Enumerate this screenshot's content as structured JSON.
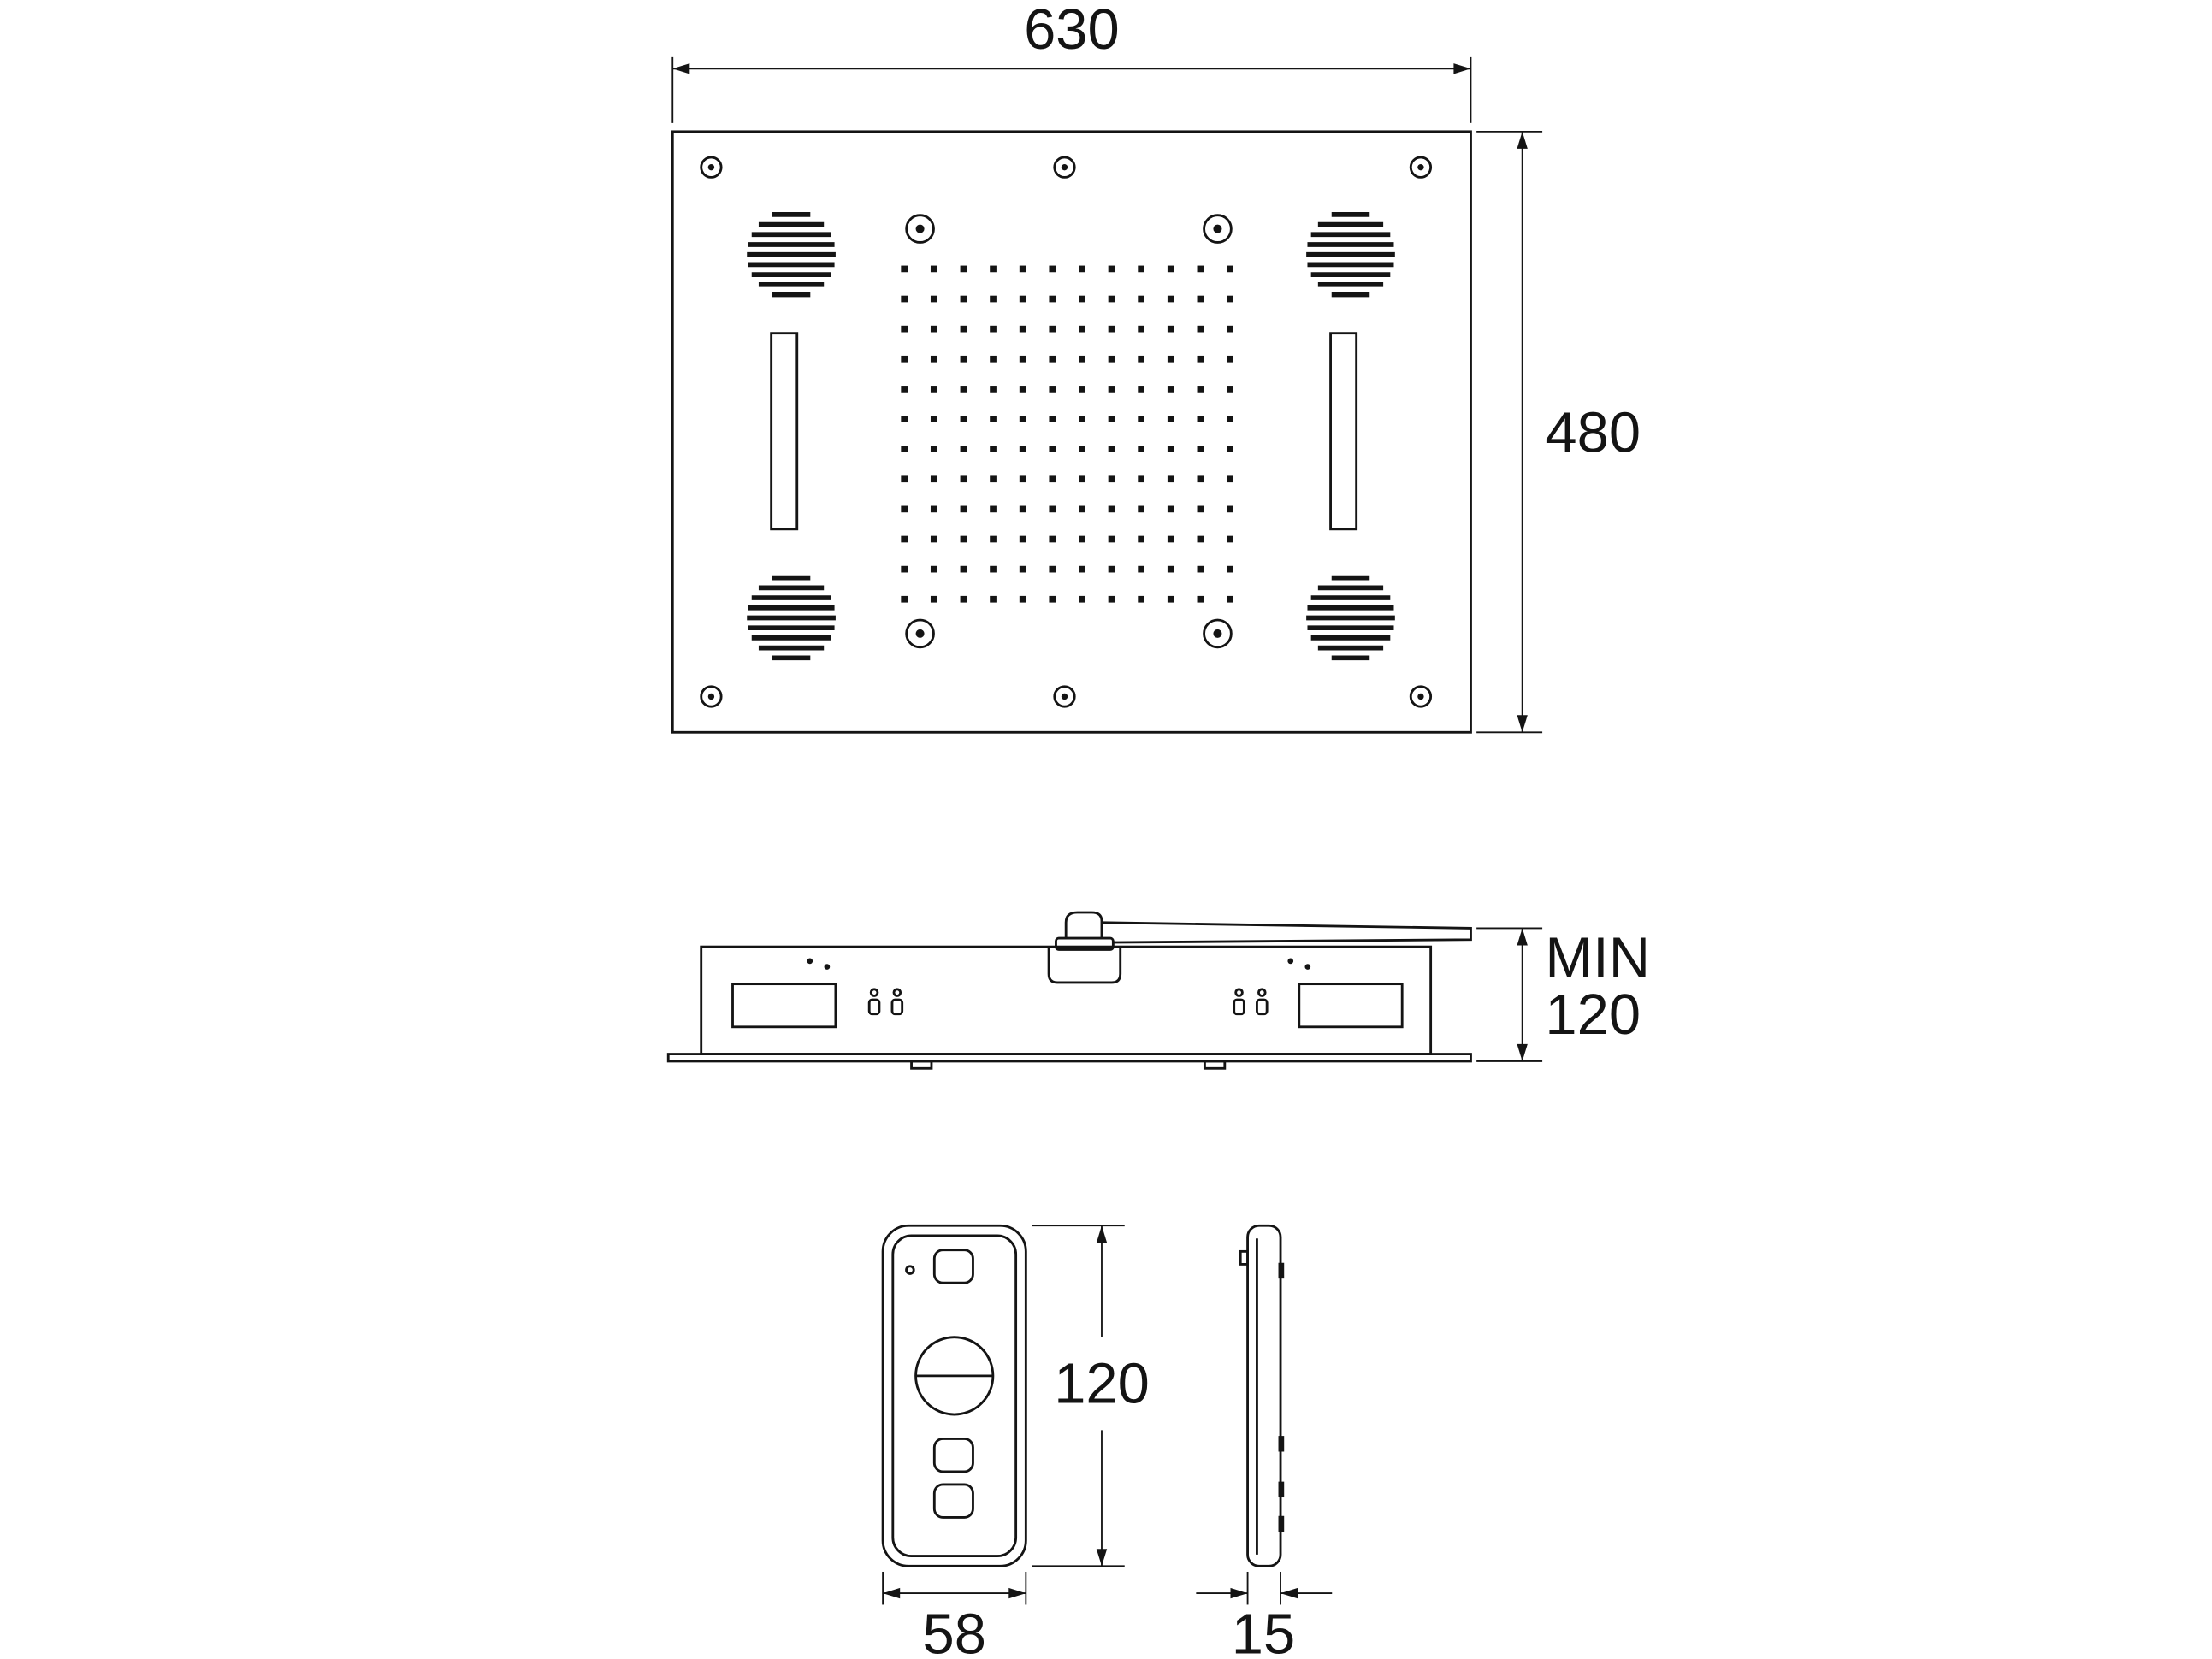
{
  "drawing": {
    "title": "ceiling-shower-head-technical-drawing",
    "top_view": {
      "width_label": "630",
      "height_label": "480",
      "nozzle_grid": {
        "rows": 12,
        "cols": 12
      }
    },
    "side_view": {
      "min_label": "MIN",
      "recess_depth_label": "120"
    },
    "remote_front_view": {
      "height_label": "120",
      "width_label": "58"
    },
    "remote_side_view": {
      "thickness_label": "15"
    }
  }
}
